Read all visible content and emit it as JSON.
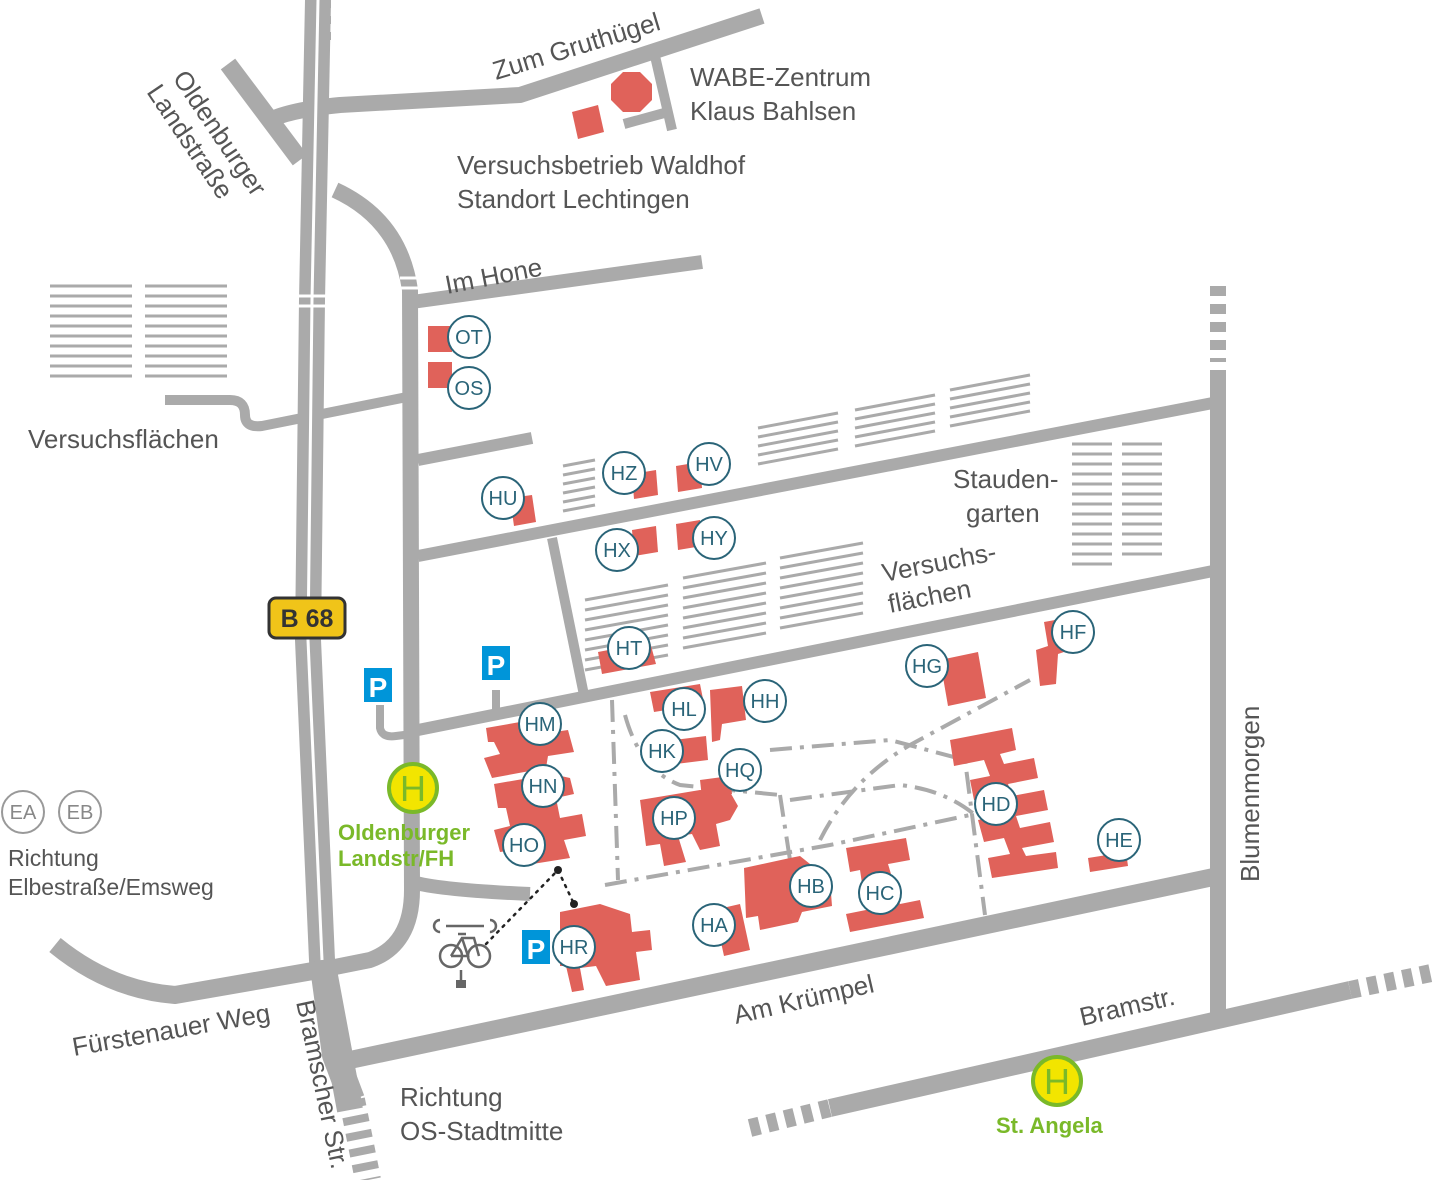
{
  "streets": {
    "zum_gruthuegel": "Zum Gruthügel",
    "oldenburger_landstrasse_1": "Oldenburger",
    "oldenburger_landstrasse_2": "Landstraße",
    "im_hone": "Im Hone",
    "b68": "B 68",
    "fuerstenauer_weg": "Fürstenauer Weg",
    "bramscher_str": "Bramscher Str.",
    "am_kruempel": "Am Krümpel",
    "bramstr": "Bramstr.",
    "blumenmorgen": "Blumenmorgen"
  },
  "places": {
    "wabe_1": "WABE-Zentrum",
    "wabe_2": "Klaus Bahlsen",
    "waldhof_1": "Versuchsbetrieb Waldhof",
    "waldhof_2": "Standort Lechtingen",
    "versuchsflaechen_west": "Versuchsflächen",
    "stauden_1": "Stauden-",
    "stauden_2": "garten",
    "versuchs_1": "Versuchs-",
    "versuchs_2": "flächen",
    "richtung_elbe_1": "Richtung",
    "richtung_elbe_2": "Elbestraße/Emsweg",
    "richtung_os_1": "Richtung",
    "richtung_os_2": "OS-Stadtmitte"
  },
  "bus_stops": {
    "oldenburger_1": "Oldenburger",
    "oldenburger_2": "Landstr/FH",
    "st_angela": "St. Angela",
    "symbol": "H"
  },
  "parking_symbol": "P",
  "buildings": {
    "OT": "OT",
    "OS": "OS",
    "HU": "HU",
    "HZ": "HZ",
    "HV": "HV",
    "HX": "HX",
    "HY": "HY",
    "HT": "HT",
    "HF": "HF",
    "HG": "HG",
    "HL": "HL",
    "HH": "HH",
    "HM": "HM",
    "HK": "HK",
    "HQ": "HQ",
    "HN": "HN",
    "HP": "HP",
    "HD": "HD",
    "HE": "HE",
    "HO": "HO",
    "HB": "HB",
    "HC": "HC",
    "HA": "HA",
    "HR": "HR",
    "EA": "EA",
    "EB": "EB"
  },
  "colors": {
    "road": "#aaaaaa",
    "building": "#e0625a",
    "label_teal": "#2a6478",
    "bus_green": "#7ab929",
    "bus_yellow": "#f2e500",
    "parking_blue": "#0095d9",
    "b68_yellow": "#f0c419"
  }
}
